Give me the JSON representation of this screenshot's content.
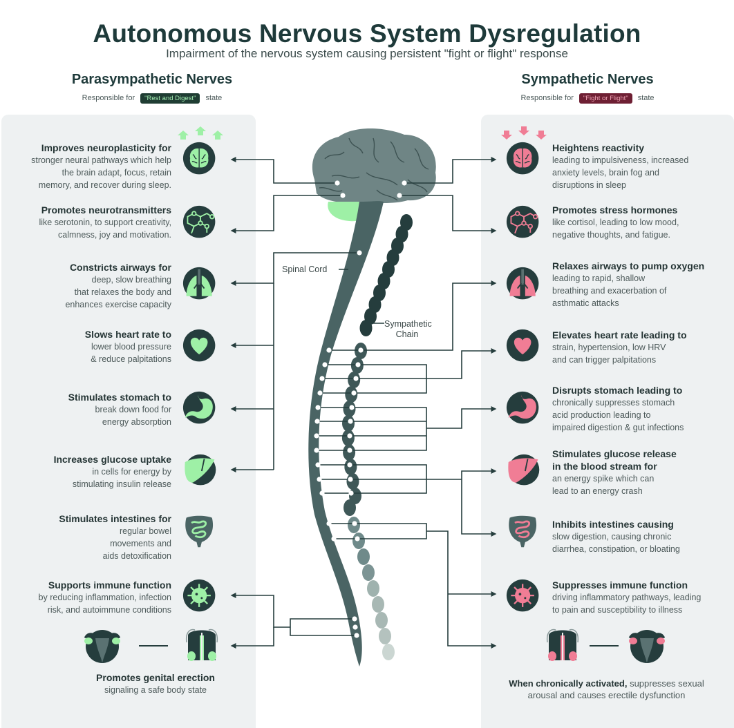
{
  "header": {
    "title": "Autonomous Nervous System Dysregulation",
    "subtitle": "Impairment of the nervous system causing persistent \"fight or flight\" response"
  },
  "colors": {
    "dark": "#253d3d",
    "nerve": "#4a6464",
    "brain": "#6f8585",
    "para_accent": "#9ef0a6",
    "symp_accent": "#f07d95",
    "panel_bg": "#eef1f2"
  },
  "parasympathetic": {
    "title": "Parasympathetic Nerves",
    "resp_prefix": "Responsible for",
    "badge": "\"Rest and Digest\"",
    "resp_suffix": "state",
    "items": [
      {
        "icon": "brain-icon",
        "heading": "Improves neuroplasticity",
        "heading_tail": " for",
        "desc": [
          "stronger neural pathways which help",
          "the brain adapt, focus, retain",
          "memory, and recover during sleep."
        ]
      },
      {
        "icon": "molecule-icon",
        "heading": "Promotes neurotransmitters",
        "heading_tail": "",
        "desc": [
          "like serotonin, to support creativity,",
          "calmness, joy and motivation."
        ]
      },
      {
        "icon": "lungs-icon",
        "heading": "Constricts airways for",
        "heading_tail": "",
        "desc": [
          "deep, slow breathing",
          "that relaxes the body and",
          "enhances exercise capacity"
        ]
      },
      {
        "icon": "heart-icon",
        "heading": "Slows heart rate to",
        "heading_tail": "",
        "desc": [
          "lower blood pressure",
          "& reduce palpitations"
        ]
      },
      {
        "icon": "stomach-icon",
        "heading": "Stimulates stomach to",
        "heading_tail": "",
        "desc": [
          "break down food for",
          "energy absorption"
        ]
      },
      {
        "icon": "liver-icon",
        "heading": "Increases glucose uptake",
        "heading_tail": "",
        "desc": [
          "in cells for energy by",
          "stimulating insulin release"
        ]
      },
      {
        "icon": "intestines-icon",
        "heading": "Stimulates intestines for",
        "heading_tail": "",
        "desc": [
          "regular bowel",
          "movements and",
          "aids detoxification"
        ]
      },
      {
        "icon": "virus-icon",
        "heading": "Supports immune function",
        "heading_tail": "",
        "desc": [
          "by reducing inflammation, infection",
          "risk, and autoimmune conditions"
        ]
      }
    ],
    "genital": {
      "heading": "Promotes genital erection",
      "desc": "signaling a safe body state"
    }
  },
  "sympathetic": {
    "title": "Sympathetic Nerves",
    "resp_prefix": "Responsible for",
    "badge": "\"Fight or Flight\"",
    "resp_suffix": "state",
    "items": [
      {
        "icon": "brain-icon",
        "heading": "Heightens reactivity",
        "desc": [
          "leading to impulsiveness, increased",
          "anxiety levels, brain fog and",
          "disruptions in sleep"
        ]
      },
      {
        "icon": "molecule-icon",
        "heading": "Promotes stress hormones",
        "desc": [
          "like cortisol, leading to low mood,",
          "negative thoughts, and fatigue."
        ]
      },
      {
        "icon": "lungs-icon",
        "heading": "Relaxes airways to pump oxygen",
        "desc": [
          "leading to rapid, shallow",
          "breathing and exacerbation of",
          "asthmatic attacks"
        ]
      },
      {
        "icon": "heart-icon",
        "heading": "Elevates heart rate leading to",
        "desc": [
          "strain, hypertension, low HRV",
          "and can trigger palpitations"
        ]
      },
      {
        "icon": "stomach-icon",
        "heading": "Disrupts stomach leading to",
        "desc": [
          "chronically suppresses stomach",
          "acid production leading to",
          "impaired digestion & gut infections"
        ]
      },
      {
        "icon": "liver-icon",
        "heading": "Stimulates glucose release\nin the blood stream for",
        "desc": [
          "an energy spike which can",
          "lead to an energy crash"
        ]
      },
      {
        "icon": "intestines-icon",
        "heading": "Inhibits intestines causing",
        "desc": [
          "slow digestion, causing chronic",
          "diarrhea, constipation, or bloating"
        ]
      },
      {
        "icon": "virus-icon",
        "heading": "Suppresses immune function",
        "desc": [
          "driving inflammatory pathways, leading",
          "to pain and susceptibility to illness"
        ]
      }
    ],
    "genital": {
      "heading": "When chronically activated,",
      "desc_inline": " suppresses sexual",
      "desc": "arousal and causes erectile dysfunction"
    }
  },
  "diagram": {
    "spinal_cord_label": "Spinal Cord",
    "chain_label_1": "Sympathetic",
    "chain_label_2": "Chain"
  }
}
